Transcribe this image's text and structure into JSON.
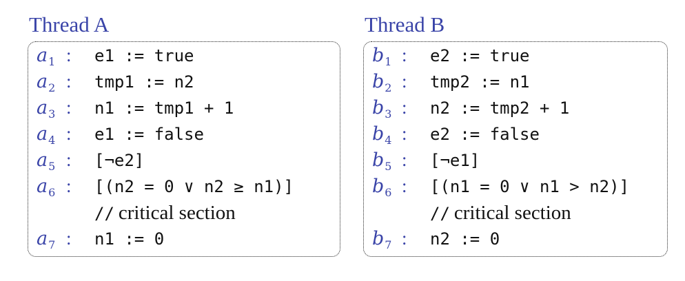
{
  "threads": [
    {
      "title": "Thread A",
      "lines": [
        {
          "label": "a",
          "index": "1",
          "colon": ":",
          "code": "e1 := true"
        },
        {
          "label": "a",
          "index": "2",
          "colon": ":",
          "code": "tmp1 := n2"
        },
        {
          "label": "a",
          "index": "3",
          "colon": ":",
          "code": "n1 := tmp1 + 1"
        },
        {
          "label": "a",
          "index": "4",
          "colon": ":",
          "code": "e1 := false"
        },
        {
          "label": "a",
          "index": "5",
          "colon": ":",
          "code": "[¬e2]"
        },
        {
          "label": "a",
          "index": "6",
          "colon": ":",
          "code": "[(n2 = 0 ∨ n2 ≥ n1)]"
        },
        {
          "comment_slashes": "//",
          "comment_text": "critical section"
        },
        {
          "label": "a",
          "index": "7",
          "colon": ":",
          "code": "n1 := 0"
        }
      ]
    },
    {
      "title": "Thread B",
      "lines": [
        {
          "label": "b",
          "index": "1",
          "colon": ":",
          "code": "e2 := true"
        },
        {
          "label": "b",
          "index": "2",
          "colon": ":",
          "code": "tmp2 := n1"
        },
        {
          "label": "b",
          "index": "3",
          "colon": ":",
          "code": "n2 := tmp2 + 1"
        },
        {
          "label": "b",
          "index": "4",
          "colon": ":",
          "code": "e2 := false"
        },
        {
          "label": "b",
          "index": "5",
          "colon": ":",
          "code": "[¬e1]"
        },
        {
          "label": "b",
          "index": "6",
          "colon": ":",
          "code": "[(n1 = 0 ∨ n1 > n2)]"
        },
        {
          "comment_slashes": "//",
          "comment_text": "critical section"
        },
        {
          "label": "b",
          "index": "7",
          "colon": ":",
          "code": "n2 := 0"
        }
      ]
    }
  ]
}
